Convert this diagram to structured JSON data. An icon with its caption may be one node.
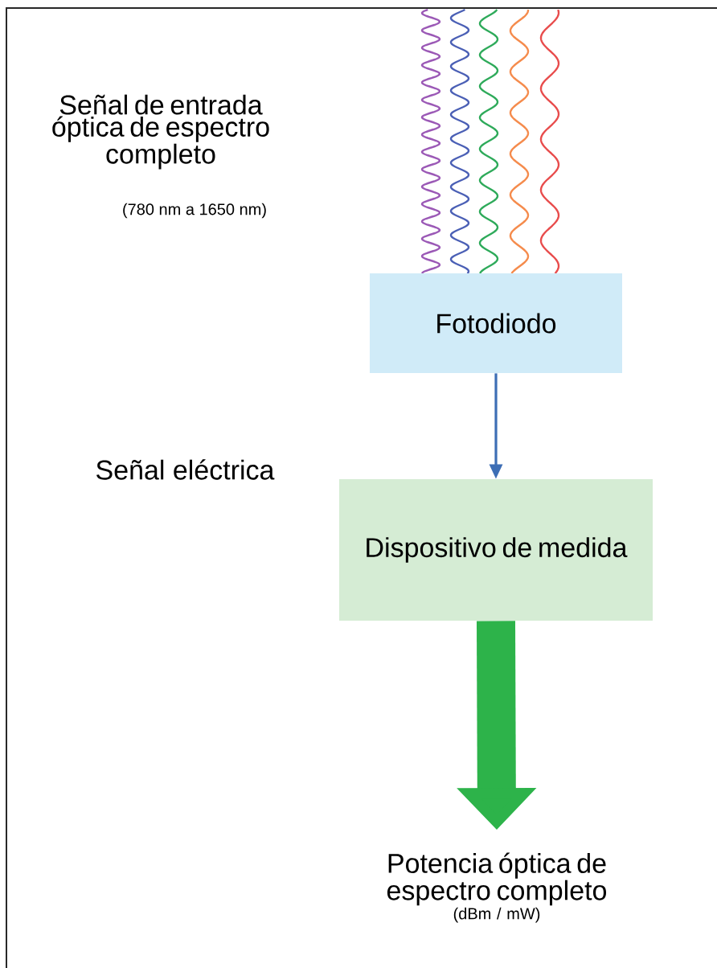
{
  "diagram": {
    "nodes": [
      {
        "text": [
          "Fotodiodo"
        ]
      },
      {
        "text": [
          "Dispositivo de medida"
        ]
      },
      {
        "text": [
          "Potencia óptica de espectro completo",
          "(dBm / mW)"
        ]
      }
    ],
    "edges": [
      {
        "from": 0,
        "to": 1,
        "arrow": "to",
        "color": "#3d6eb5"
      },
      {
        "from": 1,
        "to": 2,
        "arrow": "to",
        "style": "thick",
        "color": "#2db34a"
      }
    ],
    "labels": [
      "Señal de entrada óptica de espectro completo",
      "(780 nm a 1650 nm)",
      "Señal eléctrica"
    ]
  }
}
